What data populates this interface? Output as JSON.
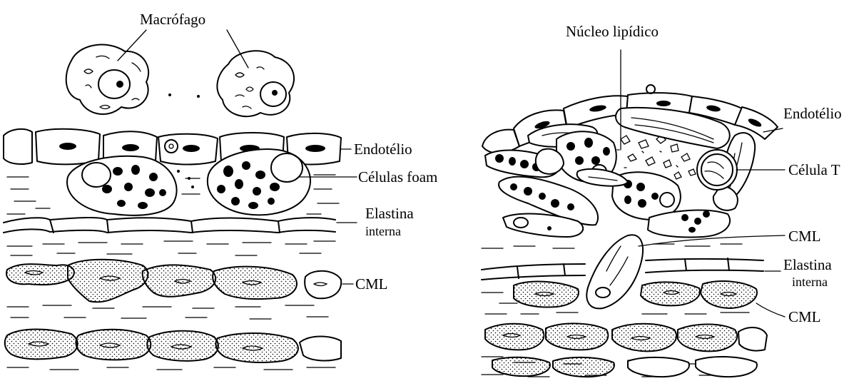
{
  "left_panel": {
    "labels": {
      "macrophage": "Macrófago",
      "endothelium": "Endotélio",
      "foam_cells": "Células foam",
      "internal_elastin_line1": "Elastina",
      "internal_elastin_line2": "interna",
      "smc": "CML"
    }
  },
  "right_panel": {
    "labels": {
      "lipid_core": "Núcleo lipídico",
      "endothelium": "Endotélio",
      "t_cell": "Célula T",
      "smc_upper": "CML",
      "internal_elastin_line1": "Elastina",
      "internal_elastin_line2": "interna",
      "smc_lower": "CML"
    }
  }
}
